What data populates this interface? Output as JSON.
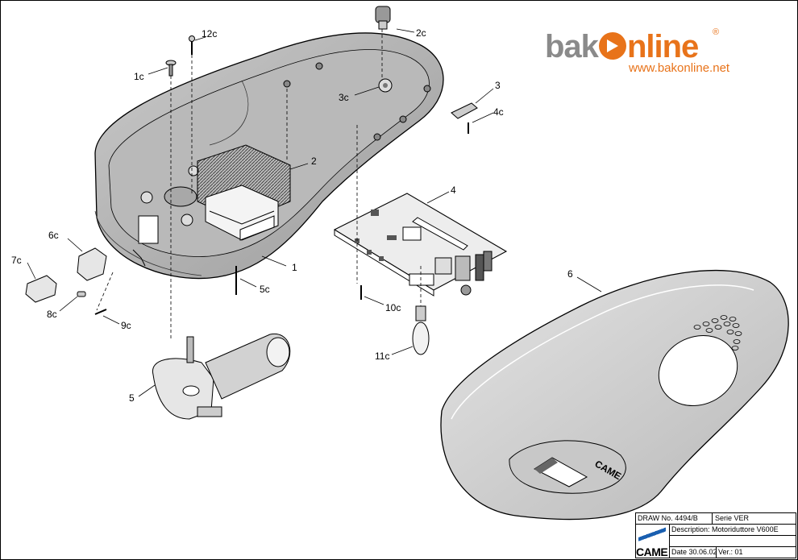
{
  "logo": {
    "brand_part1": "bak",
    "brand_part2": "nline",
    "registered_mark": "®",
    "url": "www.bakonline.net",
    "accent_color": "#e8731a",
    "gray_color": "#8a8a8a"
  },
  "callouts": {
    "p1": "1",
    "p1c": "1c",
    "p2": "2",
    "p2c": "2c",
    "p3": "3",
    "p3c": "3c",
    "p4": "4",
    "p4c": "4c",
    "p5": "5",
    "p5c": "5c",
    "p6": "6",
    "p6c": "6c",
    "p7c": "7c",
    "p8c": "8c",
    "p9c": "9c",
    "p10c": "10c",
    "p11c": "11c",
    "p12c": "12c"
  },
  "cover_brand": "CAME",
  "title_block": {
    "draw_no_label": "DRAW No.",
    "draw_no": "4494/B",
    "serie_label": "Serie",
    "serie": "VER",
    "description_label": "Description:",
    "description": "Motoriduttore V600E",
    "date_label": "Date",
    "date": "30.06.02",
    "version_label": "Ver.:",
    "version": "01",
    "brand": "CAME",
    "brand_color": "#1a5fb0"
  }
}
